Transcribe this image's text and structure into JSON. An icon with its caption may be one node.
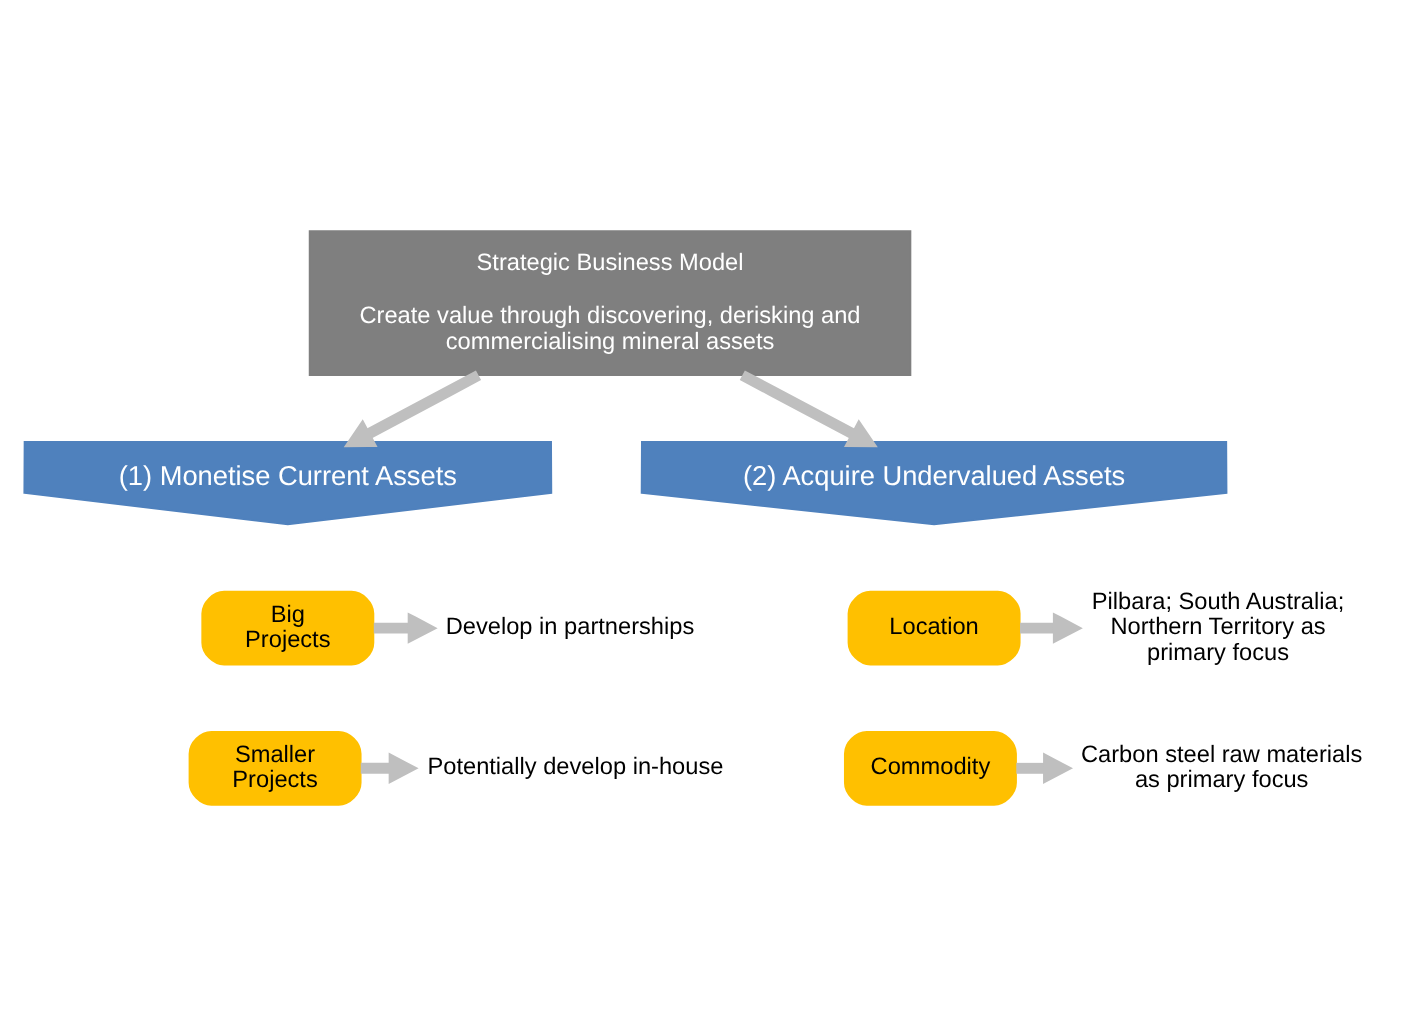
{
  "diagram": {
    "nodes": [
      {
        "text": [
          "Strategic Business Model",
          "Create value through discovering, derisking and commercialising mineral assets"
        ]
      },
      {
        "text": [
          "(1) Monetise Current Assets"
        ]
      },
      {
        "text": [
          "(2) Acquire Undervalued Assets"
        ]
      },
      {
        "text": [
          "Big Projects"
        ]
      },
      {
        "text": [
          "Develop in partnerships"
        ]
      },
      {
        "text": [
          "Location"
        ]
      },
      {
        "text": [
          "Pilbara; South Australia; Northern Territory as primary focus"
        ]
      },
      {
        "text": [
          "Smaller Projects"
        ]
      },
      {
        "text": [
          "Potentially develop in-house"
        ]
      },
      {
        "text": [
          "Commodity"
        ]
      },
      {
        "text": [
          "Carbon steel raw materials as primary focus"
        ]
      }
    ],
    "edges": [
      {
        "from": 0,
        "to": 1,
        "arrow": "to"
      },
      {
        "from": 0,
        "to": 2,
        "arrow": "to"
      },
      {
        "from": 3,
        "to": 4,
        "arrow": "to"
      },
      {
        "from": 5,
        "to": 6,
        "arrow": "to"
      },
      {
        "from": 7,
        "to": 8,
        "arrow": "to"
      },
      {
        "from": 9,
        "to": 10,
        "arrow": "to"
      }
    ]
  }
}
